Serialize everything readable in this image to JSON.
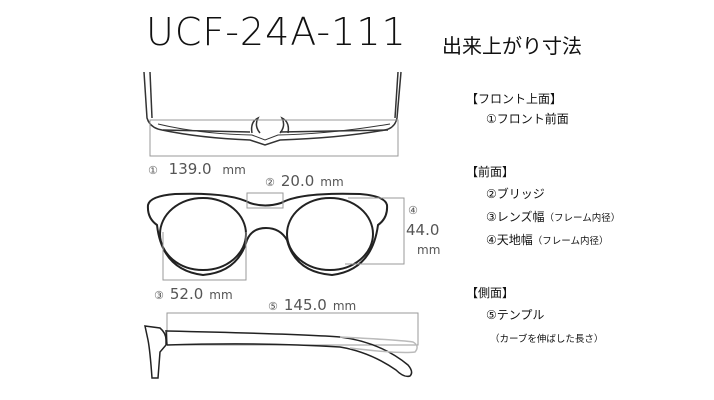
{
  "title": "UCF-24A-111",
  "subtitle": "出来上がり寸法",
  "dimensions": [
    {
      "num": "①",
      "value": "139.0",
      "unit": "mm"
    },
    {
      "num": "②",
      "value": "20.0",
      "unit": "mm"
    },
    {
      "num": "③",
      "value": "52.0",
      "unit": "mm"
    },
    {
      "num": "④",
      "value": "44.0",
      "unit": "mm"
    },
    {
      "num": "⑤",
      "value": "145.0",
      "unit": "mm"
    }
  ],
  "legend": {
    "top_heading": "【フロント上面】",
    "top_item1": "①フロント前面",
    "front_heading": "【前面】",
    "front_item2": "②ブリッジ",
    "front_item3": "③レンズ幅",
    "front_item3_note": "（フレーム内径）",
    "front_item4": "④天地幅",
    "front_item4_note": "（フレーム内径）",
    "side_heading": "【側面】",
    "side_item5": "⑤テンプル",
    "side_item5_note": "（カーブを伸ばした長さ）"
  }
}
